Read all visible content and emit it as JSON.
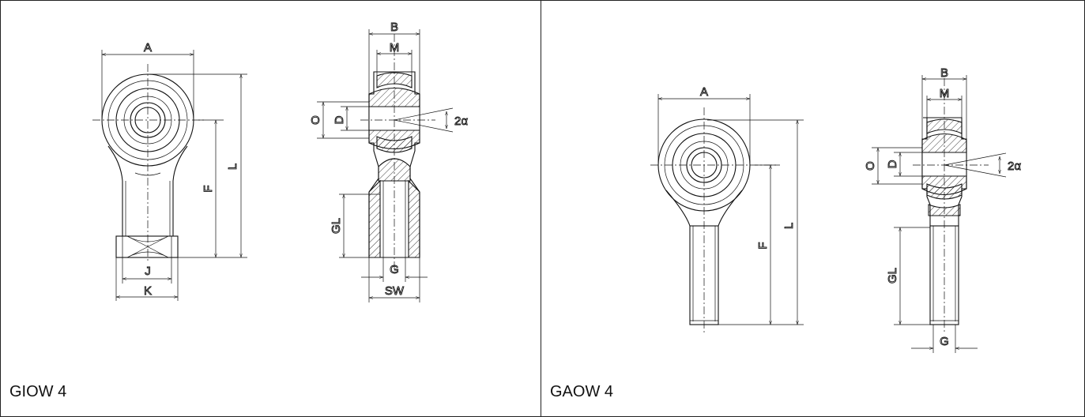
{
  "panels": [
    {
      "caption": "GIOW 4",
      "labels": {
        "A": "A",
        "B": "B",
        "M": "M",
        "L": "L",
        "F": "F",
        "J": "J",
        "K": "K",
        "O": "O",
        "D": "D",
        "alpha": "2α",
        "GL": "GL",
        "G": "G",
        "SW": "SW"
      }
    },
    {
      "caption": "GAOW 4",
      "labels": {
        "A": "A",
        "B": "B",
        "M": "M",
        "L": "L",
        "F": "F",
        "O": "O",
        "D": "D",
        "alpha": "2α",
        "GL": "GL",
        "G": "G"
      }
    }
  ]
}
